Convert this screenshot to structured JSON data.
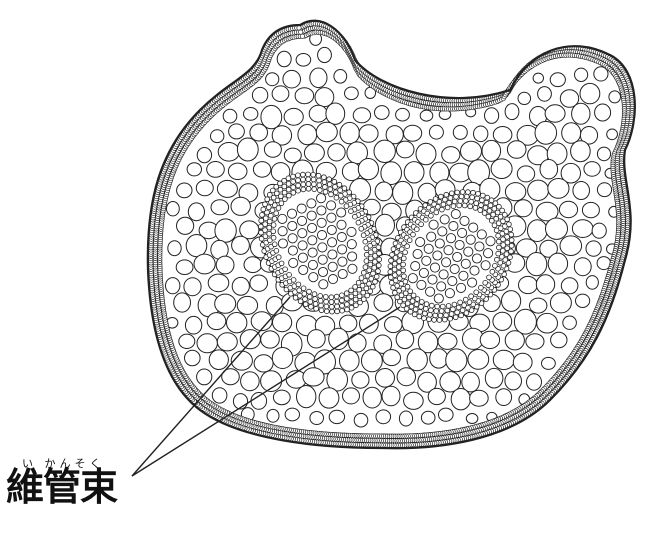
{
  "label": {
    "furigana": "い かんそく",
    "term": "維管束"
  },
  "illustration": {
    "subject": "stem-cross-section",
    "line_color": "#222222",
    "fill_color": "#ffffff"
  }
}
